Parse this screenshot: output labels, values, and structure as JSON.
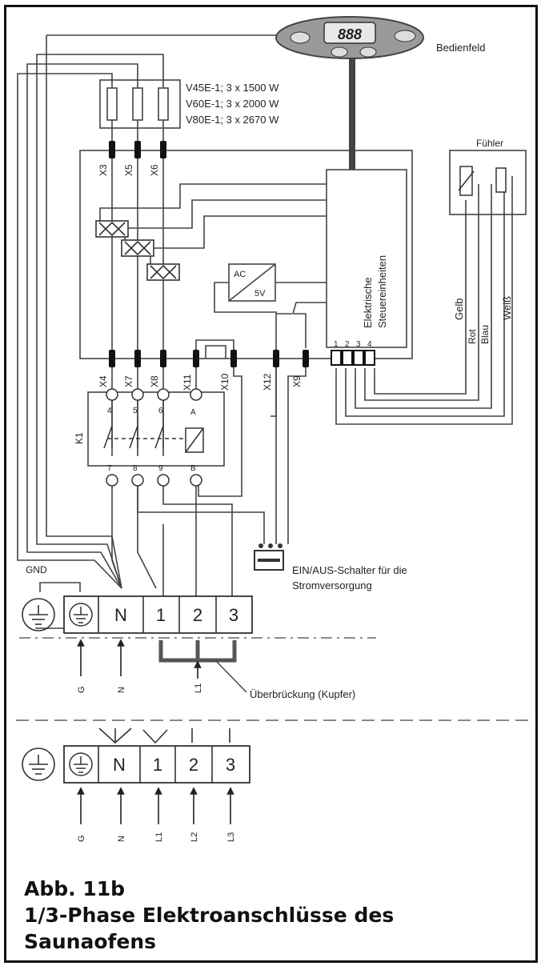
{
  "control_panel": {
    "display": "888",
    "label": "Bedienfeld"
  },
  "heaters": {
    "ratings": [
      "V45E-1; 3 x 1500 W",
      "V60E-1; 3 x 2000 W",
      "V80E-1; 3 x 2670 W"
    ]
  },
  "terminals_top": [
    "X3",
    "X5",
    "X6"
  ],
  "terminals_bottom": [
    "X4",
    "X7",
    "X8",
    "X11",
    "X10",
    "X12",
    "X9"
  ],
  "control_unit": {
    "label_line1": "Elektrische",
    "label_line2": "Steuereinheiten",
    "pins": [
      "1",
      "2",
      "3",
      "4"
    ]
  },
  "power_supply": {
    "label_ac": "AC",
    "label_dc": "5V"
  },
  "sensor": {
    "label": "Fühler",
    "wires": [
      "Gelb",
      "Rot",
      "Blau",
      "Weiß"
    ]
  },
  "contactor": {
    "label": "K1",
    "top_pins": [
      "4",
      "5",
      "6",
      "A"
    ],
    "bottom_pins": [
      "7",
      "8",
      "9",
      "B"
    ]
  },
  "switch_label": {
    "line1": "EIN/AUS-Schalter für die",
    "line2": "Stromversorgung"
  },
  "ground_label": "GND",
  "terminal_block": {
    "labels": [
      "N",
      "1",
      "2",
      "3"
    ]
  },
  "single_phase_inputs": [
    "G",
    "N",
    "L1"
  ],
  "bridge_label": "Überbrückung (Kupfer)",
  "three_phase_inputs": [
    "G",
    "N",
    "L1",
    "L2",
    "L3"
  ],
  "caption": {
    "line1": "Abb. 11b",
    "line2": "1/3-Phase Elektroanschlüsse des",
    "line3": "Saunaofens"
  }
}
